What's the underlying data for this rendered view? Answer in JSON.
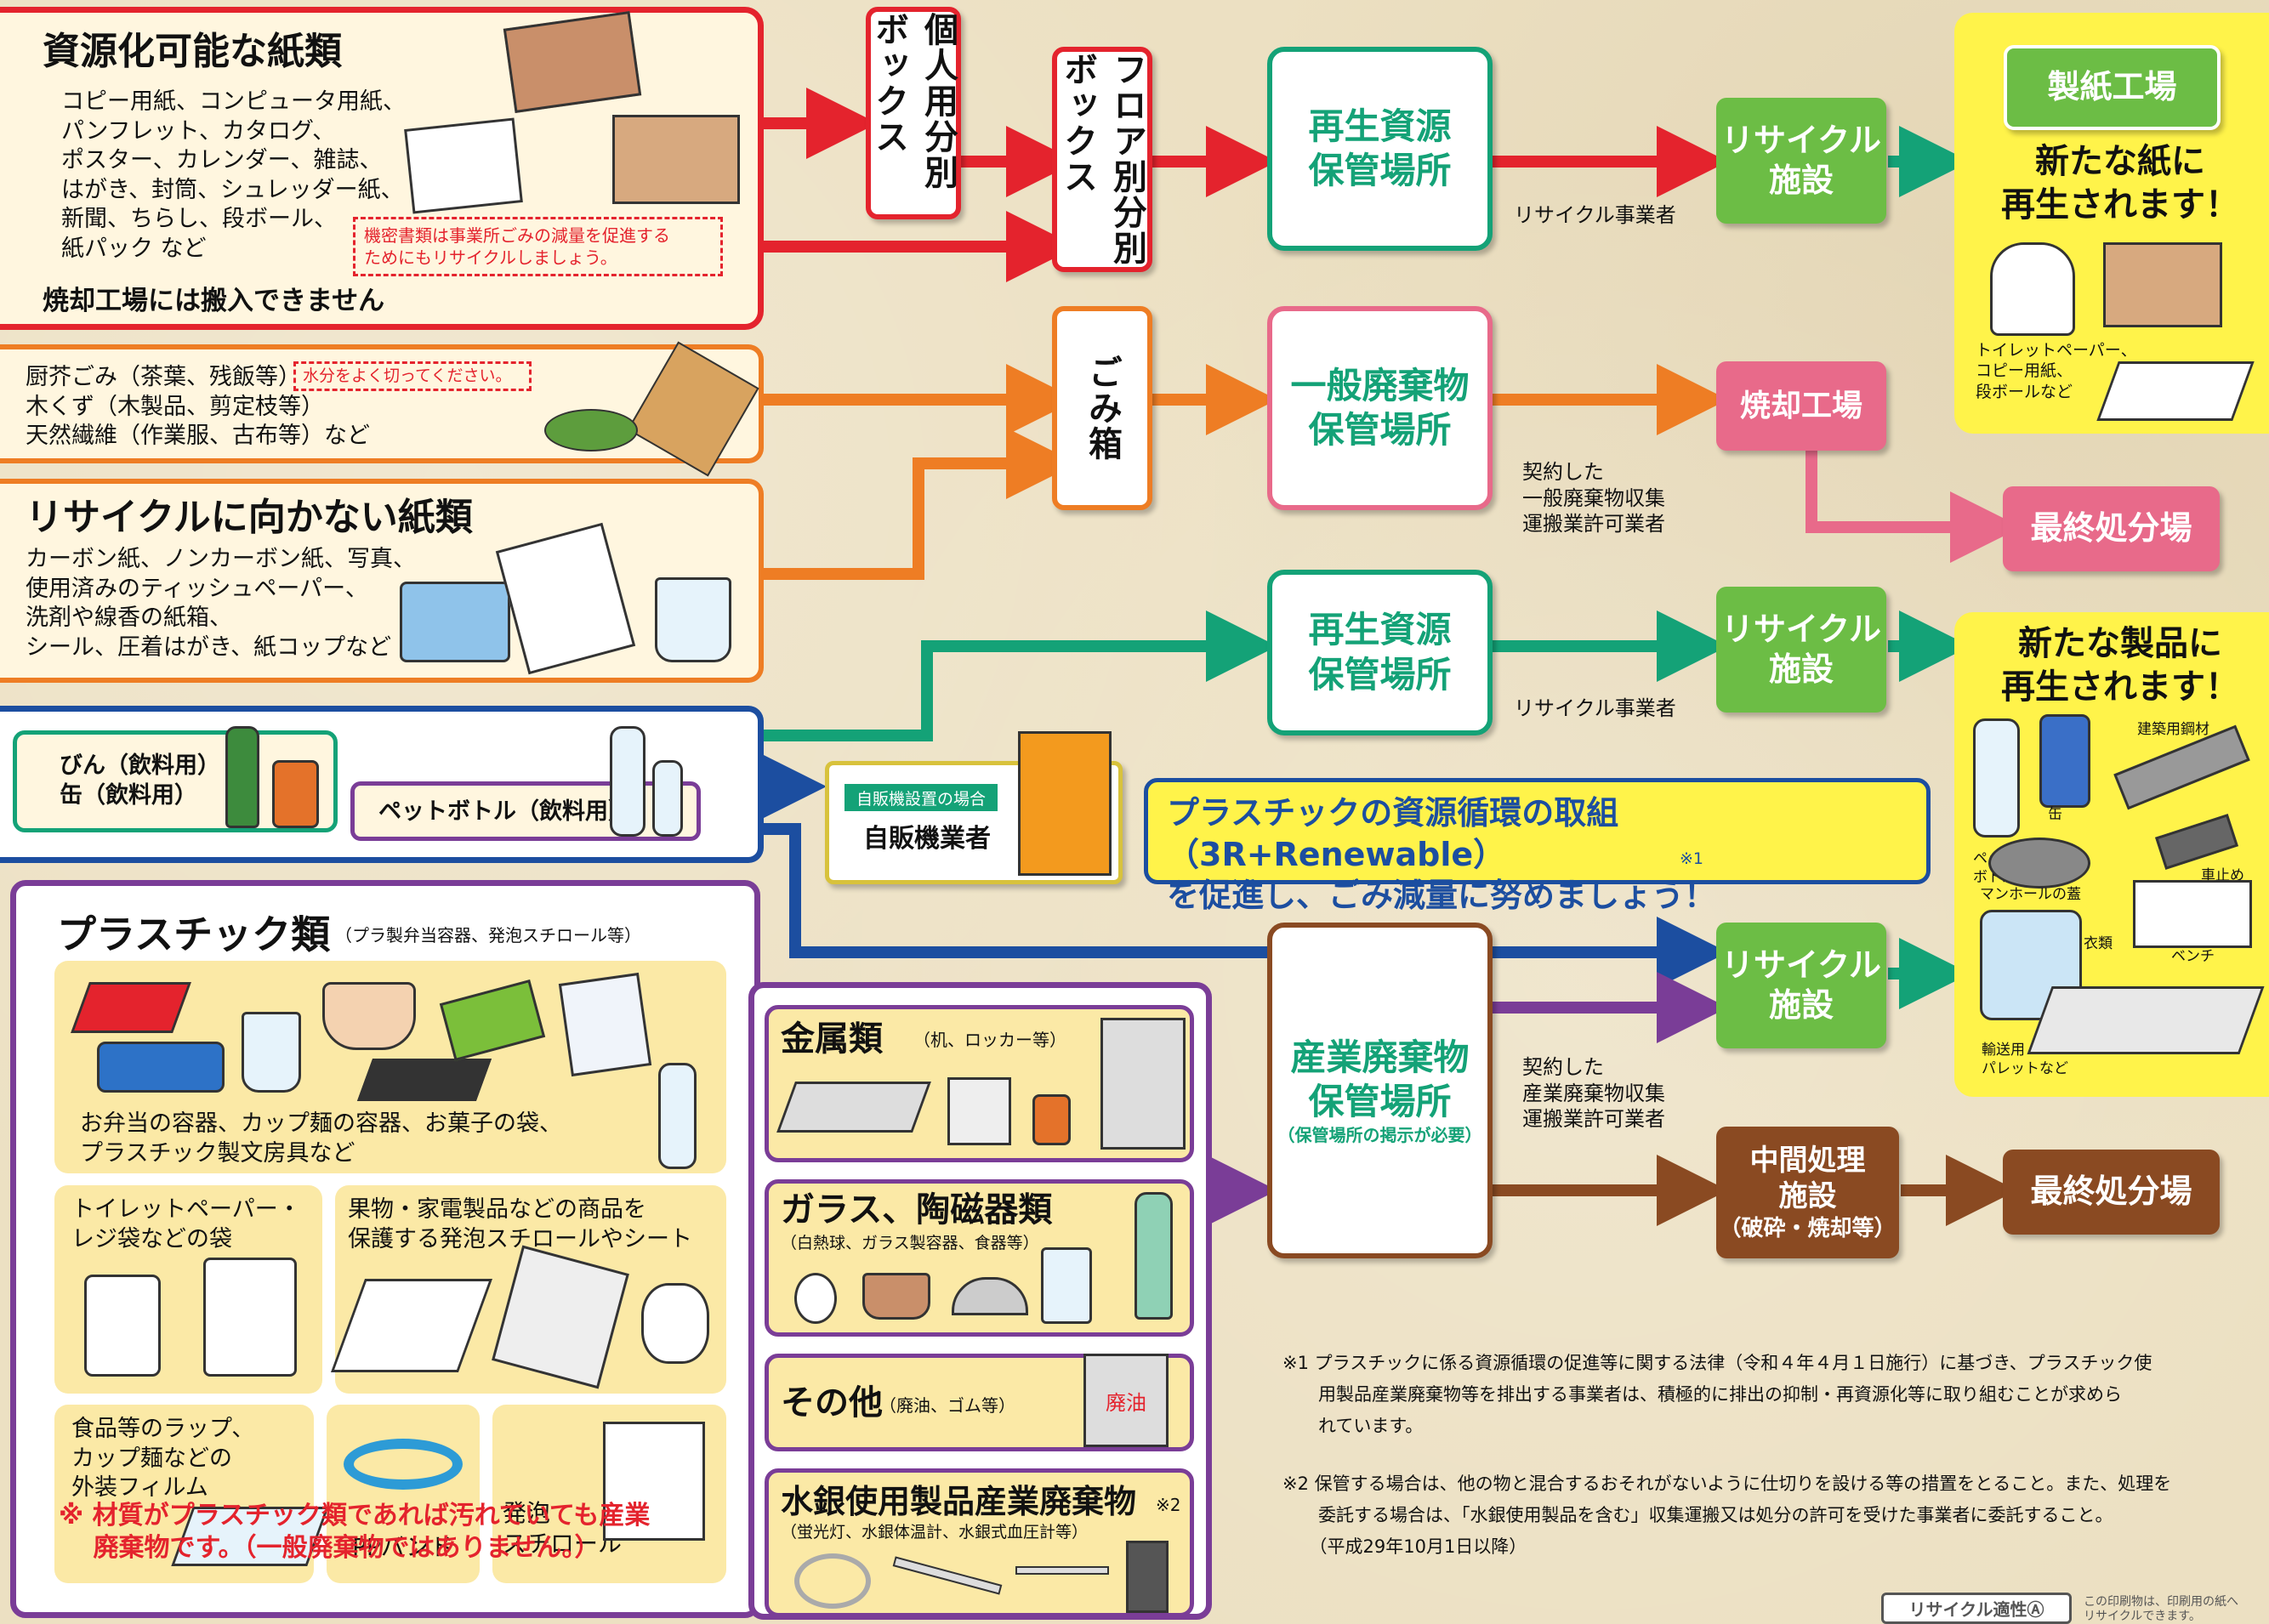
{
  "paper": {
    "title": "資源化可能な紙類",
    "items": "コピー用紙、コンピュータ用紙、\nパンフレット、カタログ、\nポスター、カレンダー、雑誌、\nはがき、封筒、シュレッダー紙、\n新聞、ちらし、段ボール、\n紙パック など",
    "note": "機密書類は事業所ごみの減量を促進する\nためにもリサイクルしましょう。",
    "footer": "焼却工場には搬入できません"
  },
  "kitchen": {
    "items": "厨芥ごみ（茶葉、残飯等）\n木くず（木製品、剪定枝等）\n天然繊維（作業服、古布等）など",
    "note": "水分をよく切ってください。"
  },
  "nonrecycle": {
    "title": "リサイクルに向かない紙類",
    "items": "カーボン紙、ノンカーボン紙、写真、\n使用済みのティッシュペーパー、\n洗剤や線香の紙箱、\nシール、圧着はがき、紙コップなど"
  },
  "bottles": {
    "bottle_can": "びん（飲料用）\n缶（飲料用）",
    "pet": "ペットボトル（飲料用）"
  },
  "vending": {
    "tag": "自販機設置の場合",
    "operator": "自販機業者"
  },
  "promo": {
    "text": "プラスチックの資源循環の取組（3R+Renewable）\nを促進し、ごみ減量に努めましょう！",
    "mark": "※1"
  },
  "flow": {
    "personal_box": "個人用分別ボックス",
    "floor_box": "フロア別分別ボックス",
    "trash_bin": "ごみ箱",
    "resource_storage": "再生資源\n保管場所",
    "general_storage": "一般廃棄物\n保管場所",
    "industrial_storage": "産業廃棄物\n保管場所",
    "industrial_storage_note": "（保管場所の掲示が必要）",
    "recycler": "リサイクル事業者",
    "general_contract": "契約した\n一般廃棄物収集\n運搬業許可業者",
    "industrial_contract": "契約した\n産業廃棄物収集\n運搬業許可業者",
    "recycle_facility": "リサイクル\n施設",
    "incinerator": "焼却工場",
    "intermediate": "中間処理\n施設",
    "intermediate_note": "（破砕・焼却等）",
    "final_disposal": "最終処分場"
  },
  "results": {
    "paper_mill": "製紙工場",
    "new_paper": "新たな紙に\n再生されます！",
    "paper_products": "トイレットペーパー、\nコピー用紙、\n段ボールなど",
    "new_products": "新たな製品に\n再生されます！",
    "pet_bottle": "ペット\nボトル",
    "can": "缶",
    "steel": "建築用鋼材",
    "car_stop": "車止め",
    "manhole": "マンホールの蓋",
    "clothing": "衣類",
    "bench": "ベンチ",
    "pallet": "輸送用\nパレットなど"
  },
  "plastics": {
    "title": "プラスチック類",
    "subtitle": "（プラ製弁当容器、発泡スチロール等）",
    "containers": "お弁当の容器、カップ麺の容器、お菓子の袋、\nプラスチック製文房具など",
    "bags": "トイレットペーパー・\nレジ袋などの袋",
    "styrofoam": "果物・家電製品などの商品を\n保護する発泡スチロールやシート",
    "wrap": "食品等のラップ、\nカップ麺などの\n外装フィルム",
    "pp_band": "PPバンド",
    "foam": "発泡\nスチロール",
    "warning": "※ 材質がプラスチック類であれば汚れていても産業\n　 廃棄物です。（一般廃棄物ではありません。）"
  },
  "industrial": {
    "metal_title": "金属類",
    "metal_sub": "（机、ロッカー等）",
    "glass_title": "ガラス、陶磁器類",
    "glass_sub": "（白熱球、ガラス製容器、食器等）",
    "other_title": "その他",
    "other_sub": "（廃油、ゴム等）",
    "oil_can": "廃油",
    "mercury_title": "水銀使用製品産業廃棄物",
    "mercury_mark": "※2",
    "mercury_sub": "（蛍光灯、水銀体温計、水銀式血圧計等）"
  },
  "footnotes": {
    "note1": "※1 プラスチックに係る資源循環の促進等に関する法律（令和４年４月１日施行）に基づき、プラスチック使\n　　用製品産業廃棄物等を排出する事業者は、積極的に排出の抑制・再資源化等に取り組むことが求めら\n　　れています。",
    "note2": "※2 保管する場合は、他の物と混合するおそれがないように仕切りを設ける等の措置をとること。また、処理を\n　　委託する場合は、「水銀使用製品を含む」収集運搬又は処分の許可を受けた事業者に委託すること。\n　　（平成29年10月1日以降）"
  },
  "badge": {
    "label": "リサイクル適性Ⓐ",
    "note": "この印刷物は、印刷用の紙へ\nリサイクルできます。"
  },
  "colors": {
    "red": "#e4232d",
    "orange": "#ee7d24",
    "green": "#14a277",
    "pink": "#e86a8a",
    "blue": "#1c4ea0",
    "purple": "#7a3d97",
    "brown": "#8a4a22",
    "yellow": "#fff34a"
  }
}
